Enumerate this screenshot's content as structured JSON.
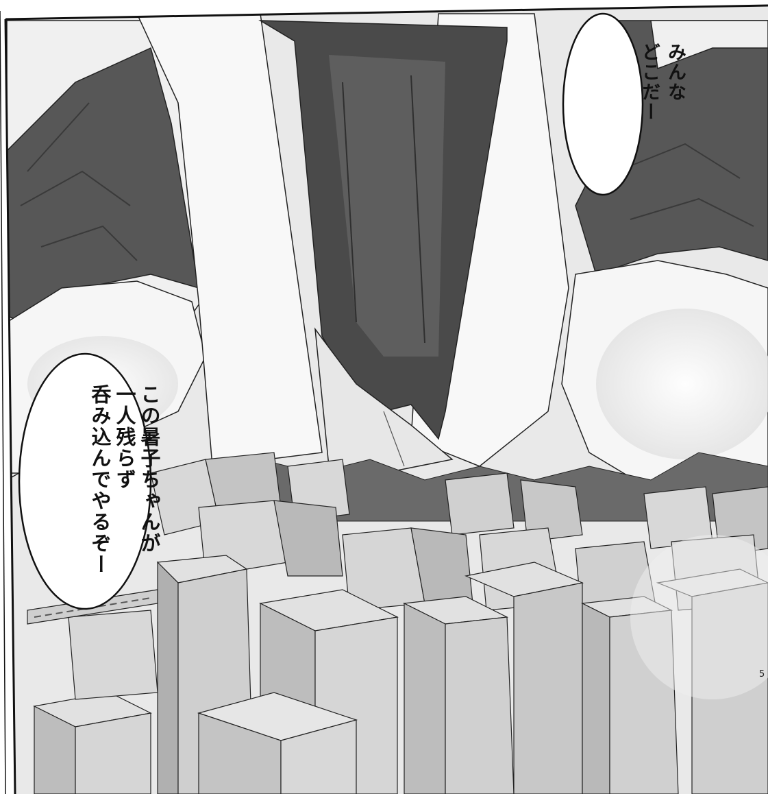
{
  "speech_bubbles": [
    {
      "id": "top-right",
      "lines": [
        "みんな",
        "どこだー"
      ]
    },
    {
      "id": "left",
      "lines": [
        "この暑子ちゃんが",
        "一人残らず",
        "呑み込んでやるぞー"
      ]
    }
  ],
  "page_number": "5",
  "colors": {
    "skirt_dark": "#4a4a4a",
    "shirt_dark": "#575757",
    "skin_light": "#ececec",
    "building_top": "#d8d8d8",
    "building_side": "#b9b9b9",
    "line": "#222222"
  }
}
